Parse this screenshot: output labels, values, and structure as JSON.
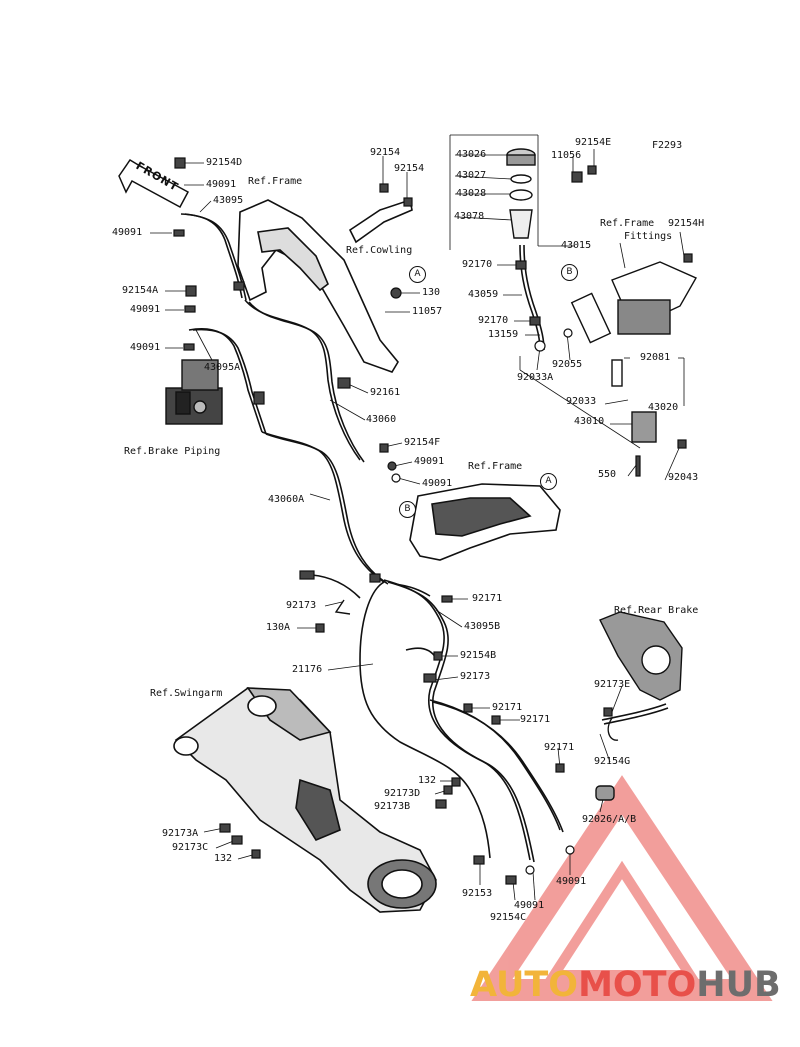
{
  "figure_code": "F2293",
  "front_badge": "FRONT",
  "circle_markers": {
    "a": "A",
    "b": "B"
  },
  "references": {
    "frame_top": "Ref.Frame",
    "cowling": "Ref.Cowling",
    "frame_fittings_1": "Ref.Frame",
    "frame_fittings_2": "Fittings",
    "brake_piping": "Ref.Brake Piping",
    "frame_mid": "Ref.Frame",
    "rear_brake": "Ref.Rear Brake",
    "swingarm": "Ref.Swingarm"
  },
  "parts": [
    "92154D",
    "49091",
    "43095",
    "49091",
    "92154A",
    "49091",
    "49091",
    "43095A",
    "92154",
    "92154",
    "130",
    "11057",
    "92161",
    "43060",
    "92154F",
    "49091",
    "49091",
    "43060A",
    "43026",
    "43027",
    "43028",
    "43078",
    "11056",
    "92154E",
    "43015",
    "92154H",
    "92170",
    "43059",
    "92170",
    "13159",
    "92055",
    "92033A",
    "92081",
    "92033",
    "43020",
    "43010",
    "550",
    "92043",
    "92173",
    "130A",
    "92171",
    "43095B",
    "92154B",
    "21176",
    "92173",
    "92171",
    "92171",
    "92173E",
    "92154G",
    "92171",
    "132",
    "92173D",
    "92173B",
    "92026/A/B",
    "92173A",
    "92173C",
    "132",
    "92153",
    "49091",
    "92154C",
    "49091"
  ],
  "watermark": {
    "part_a": "AUTO",
    "part_b": "MOTO",
    "part_c": "HUB"
  },
  "colors": {
    "line": "#111111",
    "wm_orange": "#f2b43a",
    "wm_red": "#e8504a",
    "wm_gray": "#6d6d6d"
  }
}
